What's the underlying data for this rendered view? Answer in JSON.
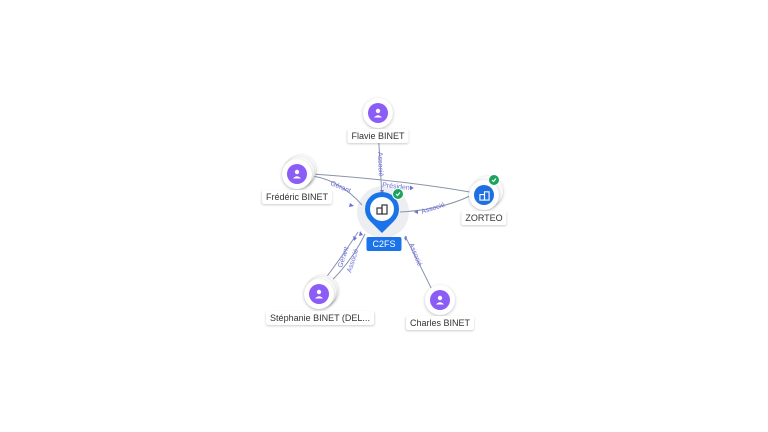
{
  "center": {
    "label": "C2FS",
    "icon": "building-icon",
    "verified": true
  },
  "nodes": [
    {
      "id": "flavie",
      "label": "Flavie BINET",
      "icon": "person-icon"
    },
    {
      "id": "frederic",
      "label": "Frédéric BINET",
      "icon": "person-icon"
    },
    {
      "id": "zorteo",
      "label": "ZORTEO",
      "icon": "building-icon",
      "verified": true
    },
    {
      "id": "stephanie",
      "label": "Stéphanie BINET (DEL...",
      "icon": "person-icon"
    },
    {
      "id": "charles",
      "label": "Charles BINET",
      "icon": "person-icon"
    }
  ],
  "edges": [
    {
      "from": "flavie",
      "label": "Associé"
    },
    {
      "from": "frederic",
      "label": "Gérant"
    },
    {
      "from": "frederic",
      "label": "Président"
    },
    {
      "from": "zorteo",
      "label": "Associé"
    },
    {
      "from": "stephanie",
      "label": "Gérant"
    },
    {
      "from": "stephanie",
      "label": "Associé"
    },
    {
      "from": "charles",
      "label": "Associé"
    }
  ],
  "colors": {
    "person": "#8b5cf6",
    "company": "#1f6fe0",
    "verified": "#1aa35a",
    "center_label_bg": "#1a73e8"
  }
}
